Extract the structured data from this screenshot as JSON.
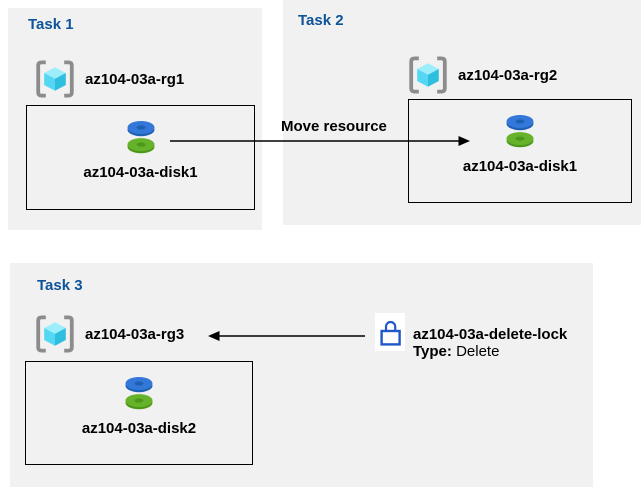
{
  "panels": {
    "task1": {
      "title": "Task 1",
      "resource_group": "az104-03a-rg1",
      "resource": "az104-03a-disk1"
    },
    "task2": {
      "title": "Task 2",
      "resource_group": "az104-03a-rg2",
      "resource": "az104-03a-disk1"
    },
    "task3": {
      "title": "Task 3",
      "resource_group": "az104-03a-rg3",
      "resource": "az104-03a-disk2"
    }
  },
  "annotations": {
    "move_arrow_label": "Move resource",
    "lock": {
      "name": "az104-03a-delete-lock",
      "type_label": "Type:",
      "type_value": "Delete"
    }
  },
  "icons": {
    "resource_group": "resource-group-icon",
    "disk": "disk-icon",
    "lock": "lock-icon"
  },
  "colors": {
    "panel_background": "#f1f1f1",
    "task_title": "#0f5499",
    "label_text": "#000000",
    "border_and_arrows": "#000000",
    "rg_cube_top": "#9ceefb",
    "rg_cube_left": "#54d7f2",
    "rg_cube_right": "#2ebede",
    "rg_brackets": "#8c8c8c",
    "disk_blue": "#3377d9",
    "disk_blue_dark": "#1e61b4",
    "disk_green": "#66b32b",
    "disk_green_dark": "#4c9719",
    "lock_outline": "#2057c9",
    "lock_background": "#ffffff"
  }
}
